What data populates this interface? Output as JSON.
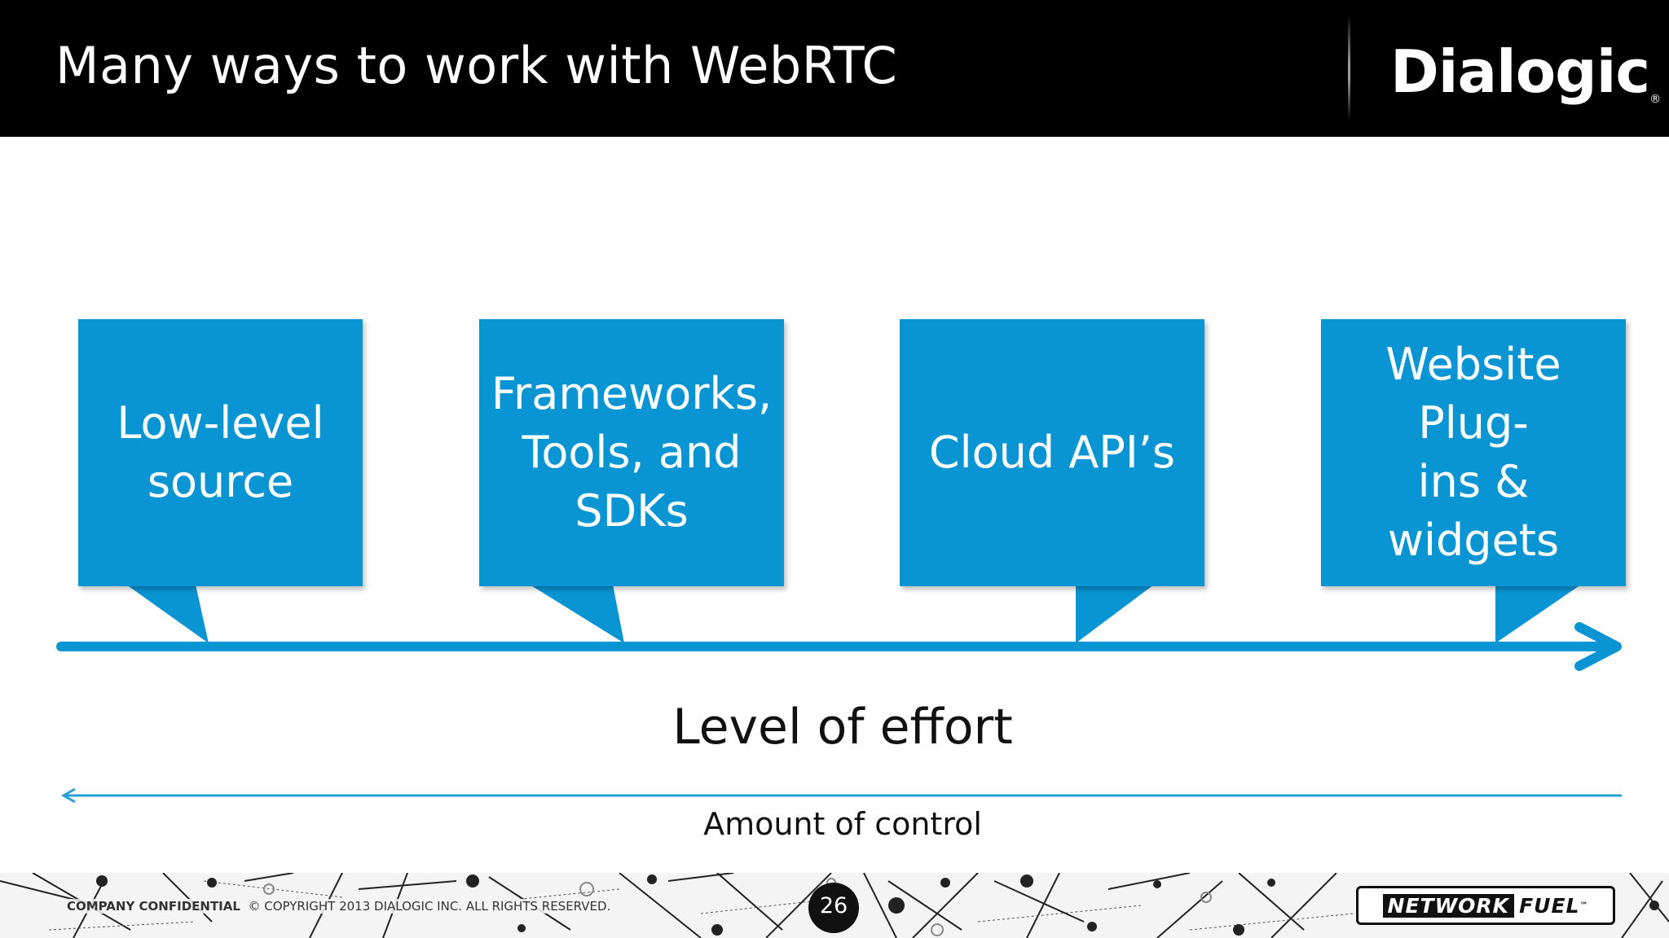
{
  "slide": {
    "title": "Many ways to work with WebRTC",
    "logo_text": "Dialogic",
    "logo_mark": "®"
  },
  "callouts": [
    {
      "label": "Low-level\nsource"
    },
    {
      "label": "Frameworks,\nTools, and\nSDKs"
    },
    {
      "label": "Cloud API’s"
    },
    {
      "label": "Website Plug-\nins & widgets"
    }
  ],
  "axis": {
    "effort_label": "Level of effort",
    "control_label": "Amount of control"
  },
  "footer": {
    "confidential_bold": "COMPANY CONFIDENTIAL",
    "copyright": "© COPYRIGHT 2013 DIALOGIC INC.  ALL RIGHTS RESERVED.",
    "page_number": "26",
    "brand_network": "NETWORK",
    "brand_fuel": "FUEL",
    "brand_tm": "™"
  },
  "colors": {
    "header_bg": "#000000",
    "callout_blue": "#0995d4",
    "arrow_blue": "#0995d4",
    "control_arrow_blue": "#2a9fd6"
  }
}
